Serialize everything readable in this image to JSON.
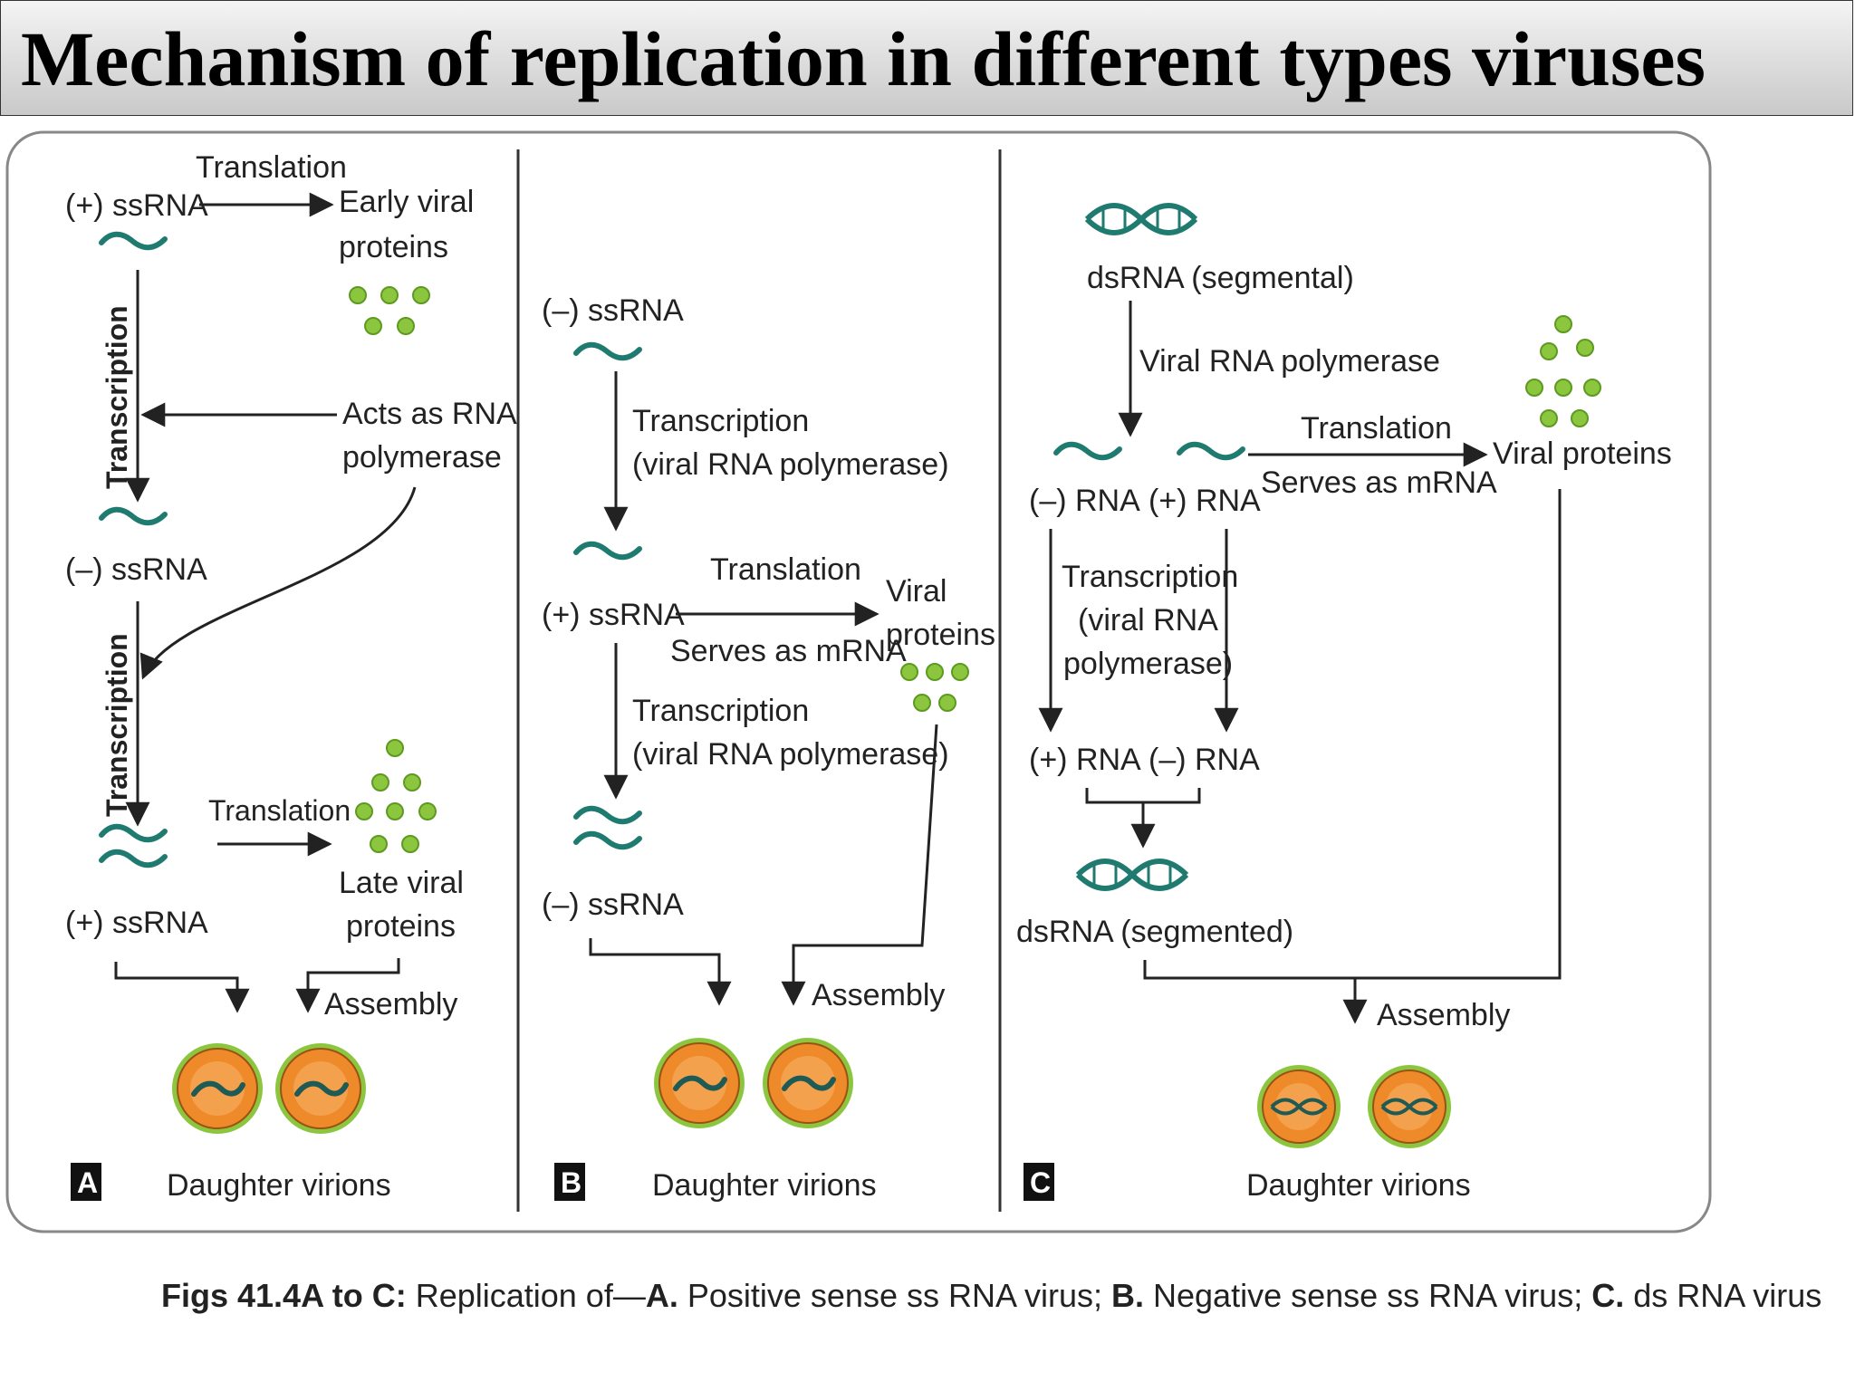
{
  "title": "Mechanism of replication in different types viruses",
  "colors": {
    "rna_strand": "#1f7a70",
    "protein": "#8cc63f",
    "virion_core": "#ef8a2a",
    "arrow": "#222222"
  },
  "panel_a": {
    "letter": "A",
    "plus_ssrna_top": "(+) ssRNA",
    "translation_top": "Translation",
    "early_proteins_1": "Early viral",
    "early_proteins_2": "proteins",
    "transcription_1": "Transcription",
    "acts_as_1": "Acts as RNA",
    "acts_as_2": "polymerase",
    "minus_ssrna": "(–) ssRNA",
    "transcription_2": "Transcription",
    "translation_bottom": "Translation",
    "late_proteins_1": "Late viral",
    "late_proteins_2": "proteins",
    "plus_ssrna_bottom": "(+) ssRNA",
    "assembly": "Assembly",
    "daughter_virions": "Daughter virions"
  },
  "panel_b": {
    "letter": "B",
    "minus_ssrna_top": "(–) ssRNA",
    "transcription_top_1": "Transcription",
    "transcription_top_2": "(viral RNA polymerase)",
    "plus_ssrna": "(+) ssRNA",
    "translation": "Translation",
    "serves_as_mrna": "Serves as mRNA",
    "viral_proteins_1": "Viral",
    "viral_proteins_2": "proteins",
    "transcription_bottom_1": "Transcription",
    "transcription_bottom_2": "(viral RNA polymerase)",
    "minus_ssrna_bottom": "(–) ssRNA",
    "assembly": "Assembly",
    "daughter_virions": "Daughter virions"
  },
  "panel_c": {
    "letter": "C",
    "dsrna_segmental": "dsRNA (segmental)",
    "viral_rna_polymerase": "Viral RNA polymerase",
    "minus_rna_top": "(–) RNA",
    "plus_rna_top": "(+) RNA",
    "translation": "Translation",
    "serves_as_mrna": "Serves as mRNA",
    "viral_proteins": "Viral proteins",
    "transcription_1": "Transcription",
    "transcription_2": "(viral RNA",
    "transcription_3": "polymerase)",
    "plus_rna_bottom": "(+) RNA",
    "minus_rna_bottom": "(–) RNA",
    "dsrna_segmented": "dsRNA (segmented)",
    "assembly": "Assembly",
    "daughter_virions": "Daughter virions"
  },
  "caption": {
    "figs": "Figs 41.4A to C:",
    "replication_of": " Replication of—",
    "a_label": "A.",
    "a_text": " Positive sense ss RNA virus; ",
    "b_label": "B.",
    "b_text": " Negative sense ss RNA virus; ",
    "c_label": "C.",
    "c_text": " ds RNA virus"
  }
}
